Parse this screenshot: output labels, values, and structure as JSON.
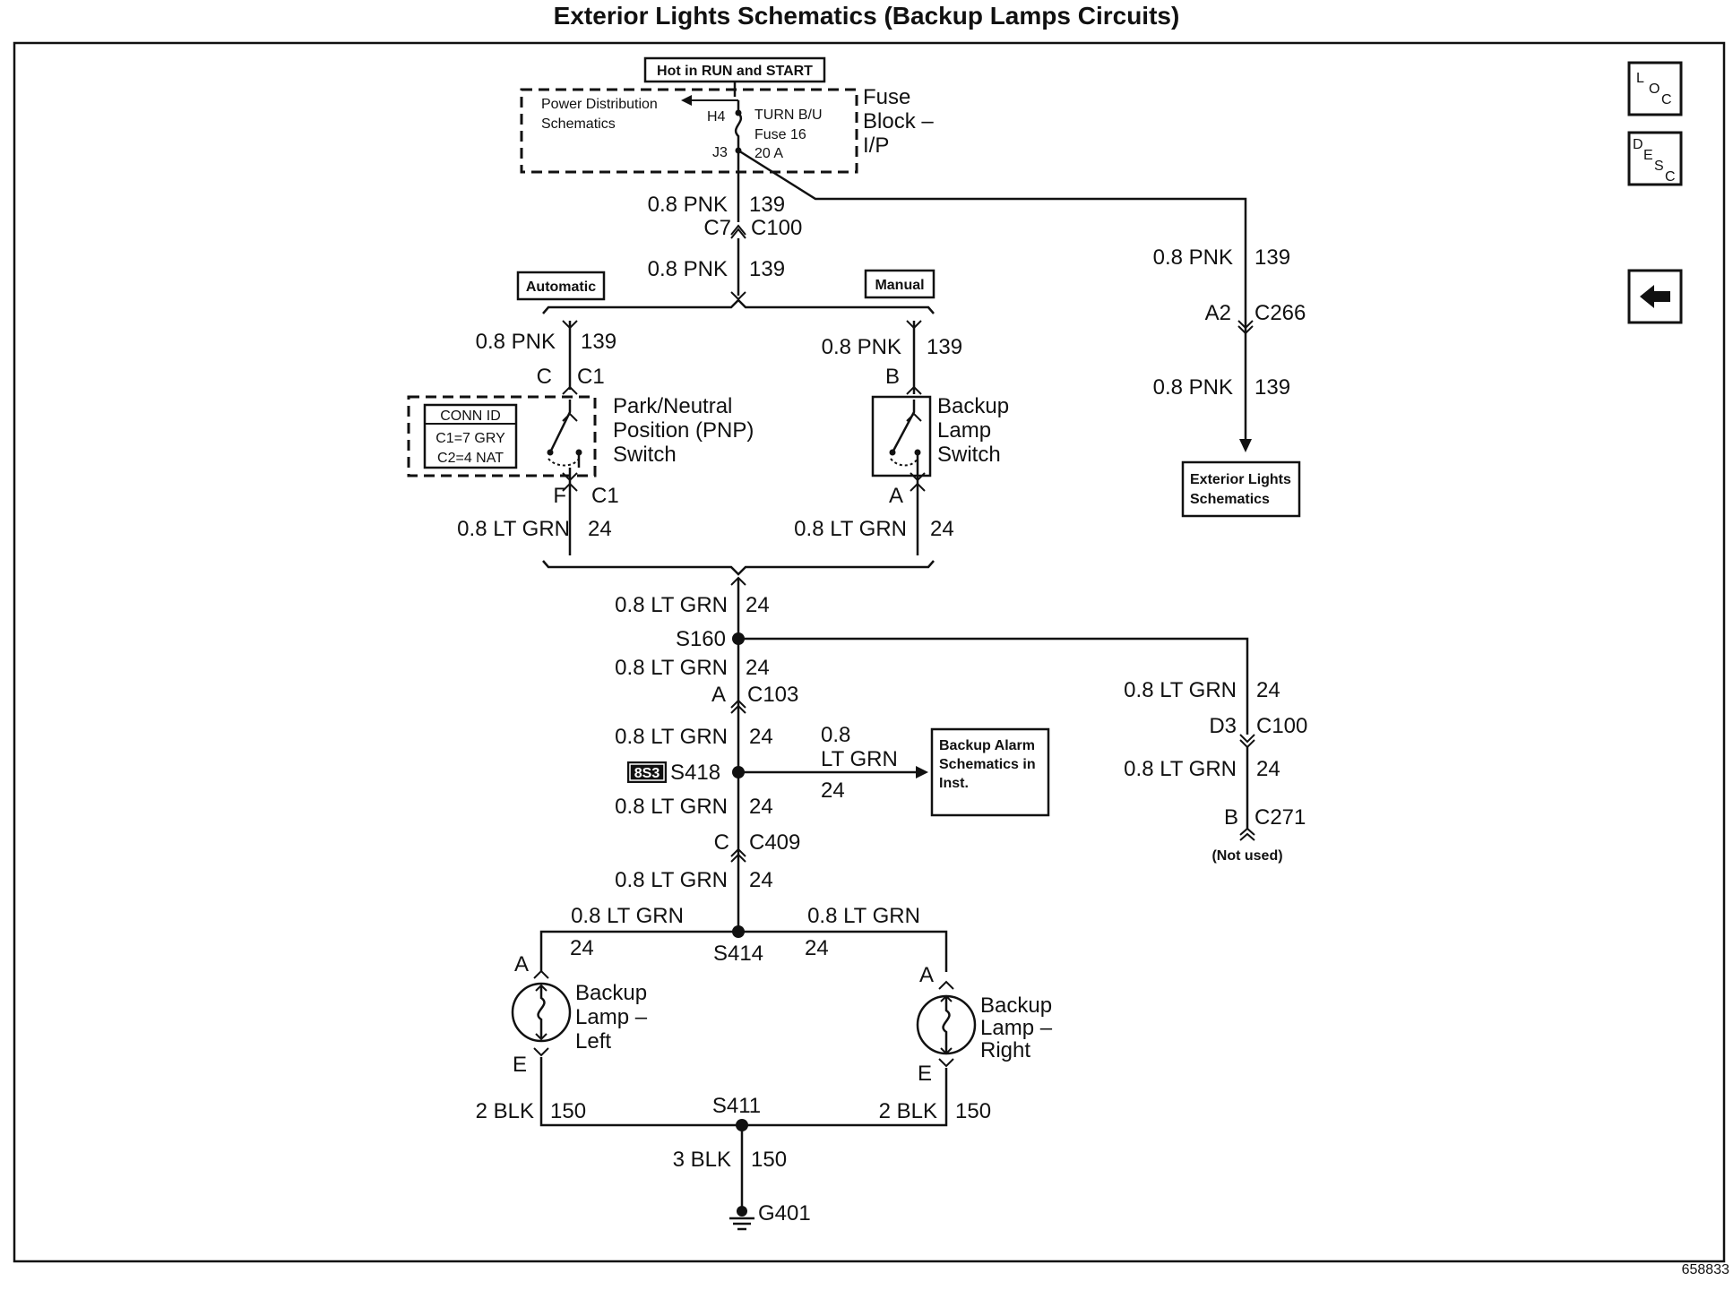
{
  "title": "Exterior Lights Schematics (Backup Lamps Circuits)",
  "figure_id": "658833",
  "nav": {
    "loc_icon": "LOC",
    "desc_icon": "DESC",
    "back_icon": "back-arrow-icon"
  },
  "fuse": {
    "hot_label": "Hot in RUN and START",
    "pds_line1": "Power Distribution",
    "pds_line2": "Schematics",
    "pin_h4": "H4",
    "pin_j3": "J3",
    "fuse_line1": "TURN B/U",
    "fuse_line2": "Fuse 16",
    "fuse_line3": "20 A",
    "block_line1": "Fuse",
    "block_line2": "Block –",
    "block_line3": "I/P"
  },
  "upper": {
    "wire_pnk": "0.8 PNK",
    "circ_139": "139",
    "c7": "C7",
    "c100": "C100",
    "automatic": "Automatic",
    "manual": "Manual"
  },
  "pnp": {
    "pin_c": "C",
    "conn_c1": "C1",
    "pin_f": "F",
    "line1": "Park/Neutral",
    "line2": "Position (PNP)",
    "line3": "Switch",
    "connid_title": "CONN ID",
    "connid_1": "C1=7 GRY",
    "connid_2": "C2=4 NAT"
  },
  "bls": {
    "pin_b": "B",
    "pin_a": "A",
    "line1": "Backup",
    "line2": "Lamp",
    "line3": "Switch"
  },
  "right_branch": {
    "a2": "A2",
    "c266": "C266",
    "ext_line1": "Exterior Lights",
    "ext_line2": "Schematics"
  },
  "lower": {
    "wire_ltgrn": "0.8 LT GRN",
    "circ_24": "24",
    "s160": "S160",
    "pin_a": "A",
    "c103": "C103",
    "badge": "8S3",
    "s418": "S418",
    "branch_08": "0.8",
    "branch_ltgrn": "LT GRN",
    "branch_24": "24",
    "alarm_line1": "Backup Alarm",
    "alarm_line2": "Schematics in",
    "alarm_line3": "Inst.",
    "pin_c": "C",
    "c409": "C409",
    "s414": "S414"
  },
  "not_used_branch": {
    "d3": "D3",
    "c100": "C100",
    "b": "B",
    "c271": "C271",
    "not_used": "(Not used)"
  },
  "lamps": {
    "pin_a": "A",
    "pin_e": "E",
    "left_line1": "Backup",
    "left_line2": "Lamp –",
    "left_line3": "Left",
    "right_line1": "Backup",
    "right_line2": "Lamp –",
    "right_line3": "Right"
  },
  "ground": {
    "wire_2blk": "2 BLK",
    "wire_3blk": "3 BLK",
    "circ_150": "150",
    "s411": "S411",
    "g401": "G401"
  }
}
